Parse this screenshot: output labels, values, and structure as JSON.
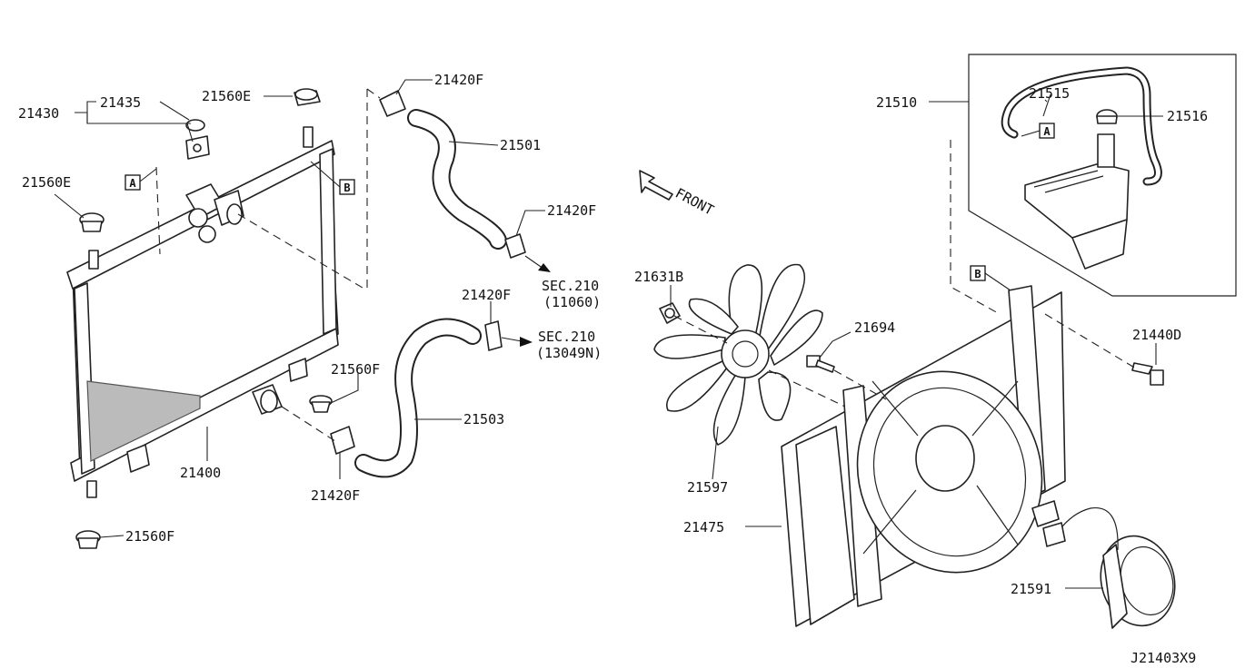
{
  "diagram_code": "J21403X9",
  "front_label": "FRONT",
  "sec_refs": {
    "upper": {
      "line1": "SEC.210",
      "line2": "(11060)"
    },
    "lower": {
      "line1": "SEC.210",
      "line2": "(13049N)"
    }
  },
  "part_numbers": {
    "p21430": "21430",
    "p21435": "21435",
    "p21560E_top": "21560E",
    "p21560E_left": "21560E",
    "p21420F_top": "21420F",
    "p21501": "21501",
    "p21420F_mid": "21420F",
    "p21420F_right": "21420F",
    "p21560F_mid": "21560F",
    "p21503": "21503",
    "p21400": "21400",
    "p21420F_bottom": "21420F",
    "p21560F_bottom": "21560F",
    "p21510": "21510",
    "p21515": "21515",
    "p21516": "21516",
    "p21631B": "21631B",
    "p21694": "21694",
    "p21440D": "21440D",
    "p21597": "21597",
    "p21475": "21475",
    "p21591": "21591"
  },
  "ref_markers": {
    "a_left": "A",
    "b_left": "B",
    "a_reservoir": "A",
    "b_shroud": "B"
  }
}
